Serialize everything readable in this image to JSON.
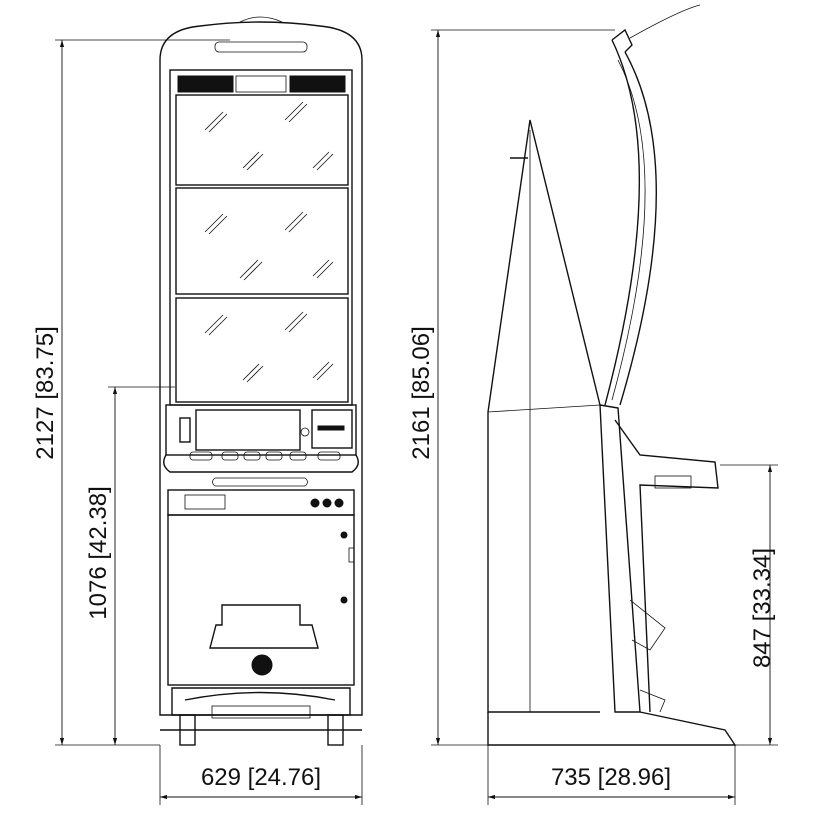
{
  "drawing": {
    "front_view": {
      "overall_height_label": "2127 [83.75]",
      "deck_height_label": "1076 [42.38]",
      "width_label": "629 [24.76]"
    },
    "side_view": {
      "overall_height_label": "2161 [85.06]",
      "deck_height_label": "847 [33.34]",
      "depth_label": "735 [28.96]"
    },
    "line_color": "#111111",
    "background_color": "#ffffff"
  }
}
